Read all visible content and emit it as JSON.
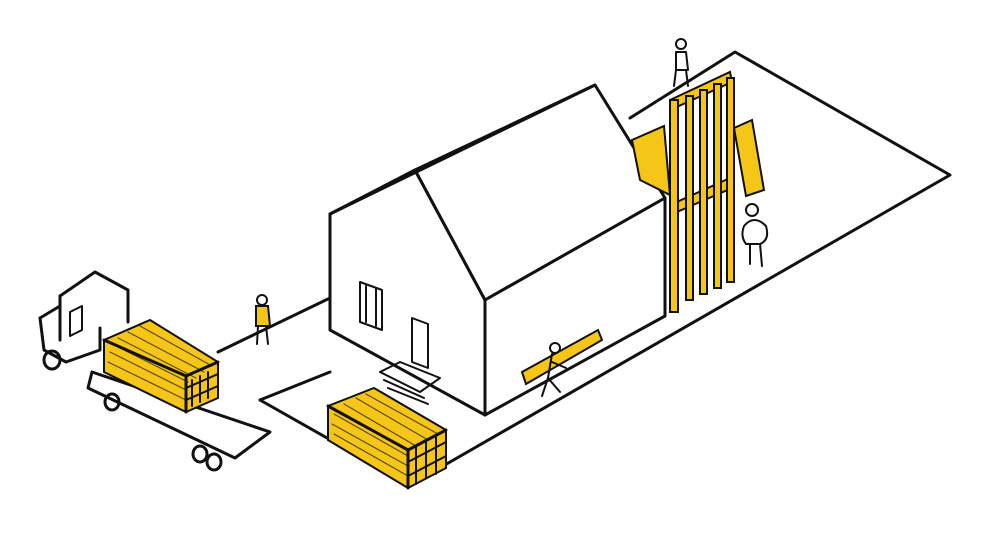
{
  "illustration": {
    "style": "hand-drawn isometric sketch",
    "colors": {
      "ink": "#111111",
      "accent_yellow": "#f5c518",
      "background": "#ffffff"
    },
    "elements": [
      "flatbed-truck",
      "lumber-stack-on-truck",
      "lumber-stack-on-ground",
      "house",
      "wall-frame-being-raised",
      "workers"
    ]
  }
}
